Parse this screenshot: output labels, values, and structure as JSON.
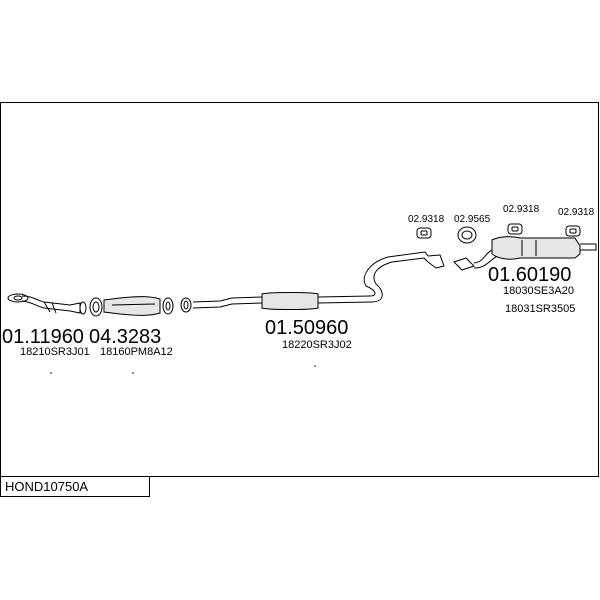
{
  "title": "HOND10750A",
  "parts": [
    {
      "id": "front-pipe",
      "number": "01.11960",
      "refs": [
        "18210SR3J01"
      ]
    },
    {
      "id": "catalyst",
      "number": "04.3283",
      "refs": [
        "18160PM8A12"
      ]
    },
    {
      "id": "center-pipe",
      "number": "01.50960",
      "refs": [
        "18220SR3J02"
      ]
    },
    {
      "id": "rear-silencer",
      "number": "01.60190",
      "refs": [
        "18030SE3A20",
        "18031SR3505"
      ]
    }
  ],
  "clips": [
    {
      "id": "hanger-1",
      "number": "02.9318"
    },
    {
      "id": "ring",
      "number": "02.9565"
    },
    {
      "id": "hanger-2",
      "number": "02.9318"
    },
    {
      "id": "hanger-3",
      "number": "02.9318"
    }
  ],
  "colors": {
    "line": "#000000",
    "part_fill": "#e6e6e6",
    "background": "#ffffff"
  }
}
